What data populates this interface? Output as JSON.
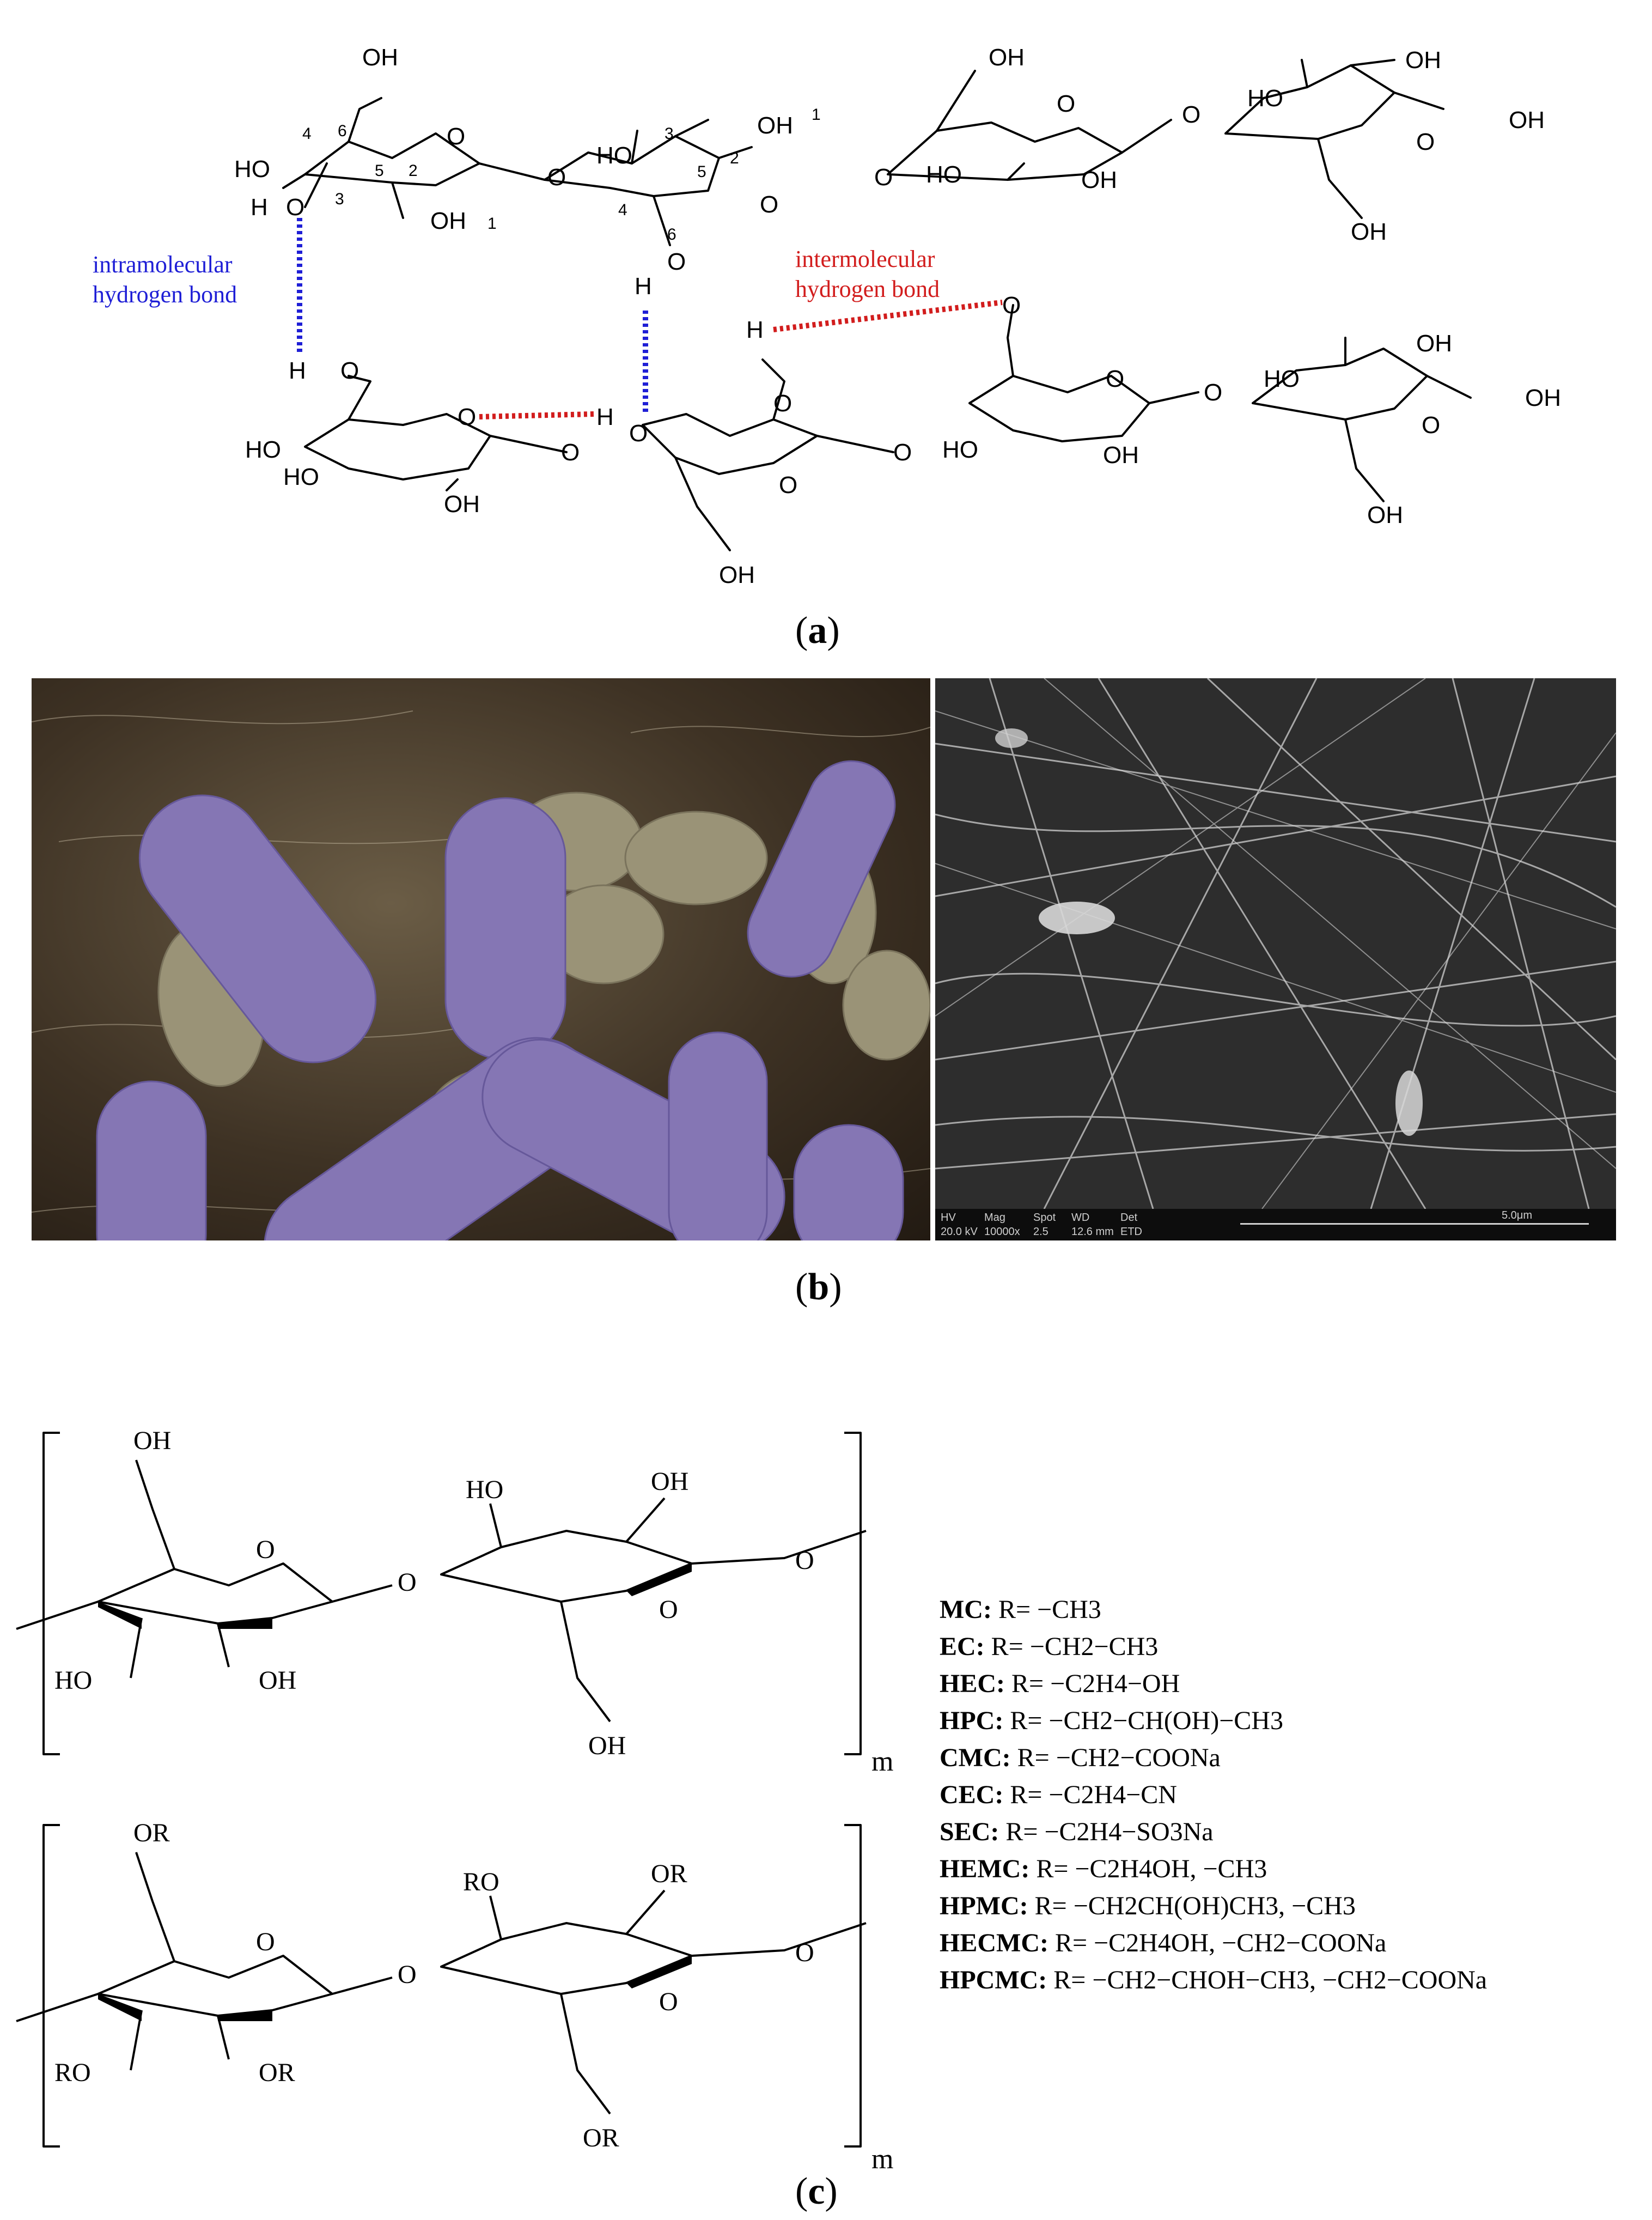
{
  "panel_a": {
    "caption": "a",
    "intramolecular_label": [
      "intramolecular",
      "hydrogen bond"
    ],
    "intermolecular_label": [
      "intermolecular",
      "hydrogen bond"
    ],
    "atoms": {
      "oh": "OH",
      "ho": "HO",
      "o": "O",
      "h": "H"
    },
    "ring_numbers": [
      "1",
      "2",
      "3",
      "4",
      "5",
      "6"
    ],
    "colors": {
      "intra": "#1f1fd6",
      "inter": "#d21d1d"
    }
  },
  "panel_b": {
    "caption": "b",
    "sem_info": {
      "headers": [
        "HV",
        "Mag",
        "Spot",
        "WD",
        "Det"
      ],
      "values": [
        "20.0 kV",
        "10000x",
        "2.5",
        "12.6 mm",
        "ETD"
      ],
      "scale": "5.0μm"
    },
    "colors": {
      "bacteria": "#8576b4",
      "cells": "#9a9377"
    }
  },
  "panel_c": {
    "caption": "c",
    "repeat_subscript": "m",
    "atoms": {
      "oh": "OH",
      "ho": "HO",
      "o": "O",
      "or": "OR",
      "ro": "RO"
    },
    "derivatives": [
      {
        "code": "MC:",
        "r": "R= −CH3"
      },
      {
        "code": "EC:",
        "r": "R= −CH2−CH3"
      },
      {
        "code": "HEC:",
        "r": "R= −C2H4−OH"
      },
      {
        "code": "HPC:",
        "r": "R= −CH2−CH(OH)−CH3"
      },
      {
        "code": "CMC:",
        "r": "R= −CH2−COONa"
      },
      {
        "code": "CEC:",
        "r": "R= −C2H4−CN"
      },
      {
        "code": "SEC:",
        "r": "R= −C2H4−SO3Na"
      },
      {
        "code": "HEMC:",
        "r": "R= −C2H4OH, −CH3"
      },
      {
        "code": "HPMC:",
        "r": "R= −CH2CH(OH)CH3, −CH3"
      },
      {
        "code": "HECMC:",
        "r": "R= −C2H4OH, −CH2−COONa"
      },
      {
        "code": "HPCMC:",
        "r": "R= −CH2−CHOH−CH3, −CH2−COONa"
      }
    ]
  }
}
